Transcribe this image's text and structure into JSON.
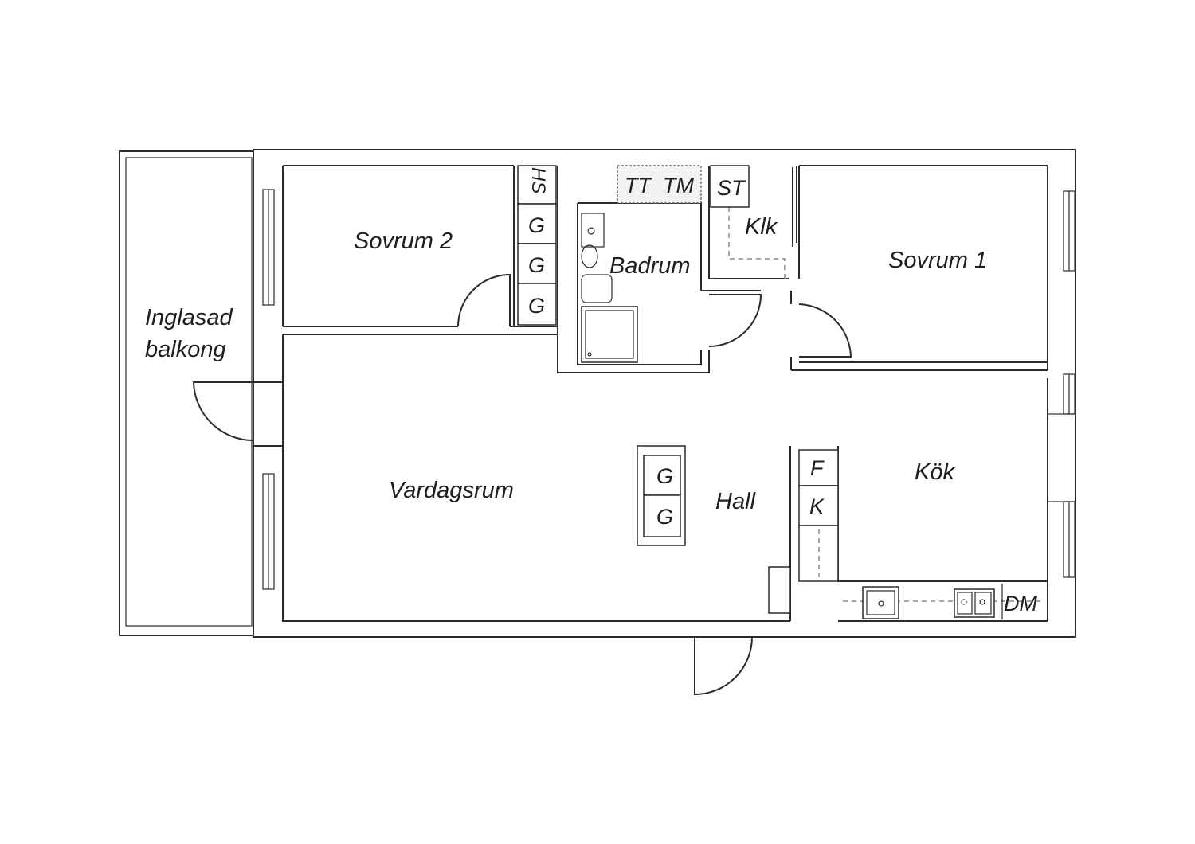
{
  "rooms": {
    "balcony_line1": "Inglasad",
    "balcony_line2": "balkong",
    "bedroom2": "Sovrum 2",
    "bedroom1": "Sovrum 1",
    "bathroom": "Badrum",
    "closet": "Klk",
    "living": "Vardagsrum",
    "hall": "Hall",
    "kitchen": "Kök"
  },
  "fixtures": {
    "hs": "HS",
    "wardrobe": "G",
    "tt": "TT",
    "tm": "TM",
    "st": "ST",
    "fridge": "F",
    "freezer": "K",
    "dishwasher": "DM"
  },
  "colors": {
    "wall": "#2b2b2b",
    "background": "#ffffff"
  }
}
